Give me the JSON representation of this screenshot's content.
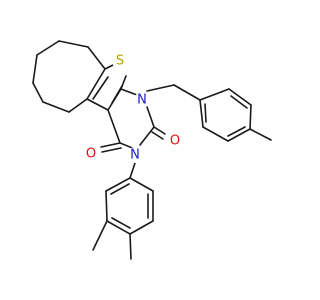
{
  "colors": {
    "bond": "#1a1a1a",
    "nitrogen": "#1c1ccc",
    "oxygen": "#e0120f",
    "sulfur": "#b8a200",
    "background": "#ffffff"
  },
  "atoms": {
    "s1": {
      "symbol": "S",
      "element": "sulfur"
    },
    "n1": {
      "symbol": "N",
      "element": "nitrogen"
    },
    "n3": {
      "symbol": "N",
      "element": "nitrogen"
    },
    "o1": {
      "symbol": "O",
      "element": "oxygen"
    },
    "o2": {
      "symbol": "O",
      "element": "oxygen"
    }
  }
}
